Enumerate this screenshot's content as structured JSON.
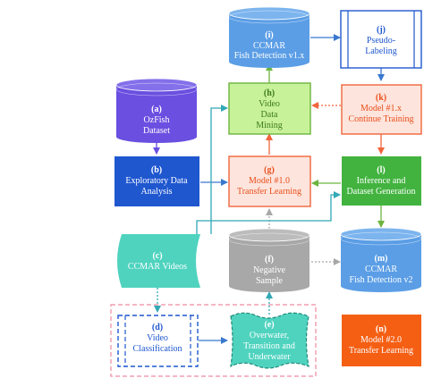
{
  "nodes": {
    "i": {
      "letter": "(i)",
      "lines": [
        "CCMAR",
        "Fish Detection v1.x"
      ]
    },
    "j": {
      "letter": "(j)",
      "lines": [
        "Pseudo-",
        "Labeling"
      ]
    },
    "a": {
      "letter": "(a)",
      "lines": [
        "OzFish",
        "Dataset"
      ]
    },
    "h": {
      "letter": "(h)",
      "lines": [
        "Video",
        "Data",
        "Mining"
      ]
    },
    "k": {
      "letter": "(k)",
      "lines": [
        "Model #1.x",
        "Continue Training"
      ]
    },
    "b": {
      "letter": "(b)",
      "lines": [
        "Exploratory Data",
        "Analysis"
      ]
    },
    "g": {
      "letter": "(g)",
      "lines": [
        "Model #1.0",
        "Transfer Learning"
      ]
    },
    "l": {
      "letter": "(l)",
      "lines": [
        "Inference and",
        "Dataset Generation"
      ]
    },
    "c": {
      "letter": "(c)",
      "lines": [
        "CCMAR Videos"
      ]
    },
    "f": {
      "letter": "(f)",
      "lines": [
        "Negative",
        "Sample"
      ]
    },
    "m": {
      "letter": "(m)",
      "lines": [
        "CCMAR",
        "Fish Detection v2"
      ]
    },
    "d": {
      "letter": "(d)",
      "lines": [
        "Video",
        "Classification"
      ]
    },
    "e": {
      "letter": "(e)",
      "lines": [
        "Overwater,",
        "Transition and",
        "Underwater"
      ]
    },
    "n": {
      "letter": "(n)",
      "lines": [
        "Model #2.0",
        "Transfer Learning"
      ]
    }
  },
  "colors": {
    "cyl_blue": "#5b9ee6",
    "purple": "#6a4fe0",
    "royal_blue": "#1f57cf",
    "green_fill": "#c8f29a",
    "green_border": "#6cb43f",
    "green_text": "#3d7a1a",
    "green_solid": "#42b33f",
    "orange_fill": "#fde5dd",
    "orange_border": "#f0653c",
    "orange_text": "#e94e1b",
    "orange_solid": "#f55f14",
    "teal": "#4fd3bf",
    "gray": "#a8a8a8",
    "pink_dash": "#f08aa0",
    "arrow_blue": "#3a78cf",
    "arrow_teal": "#31a8b5"
  }
}
